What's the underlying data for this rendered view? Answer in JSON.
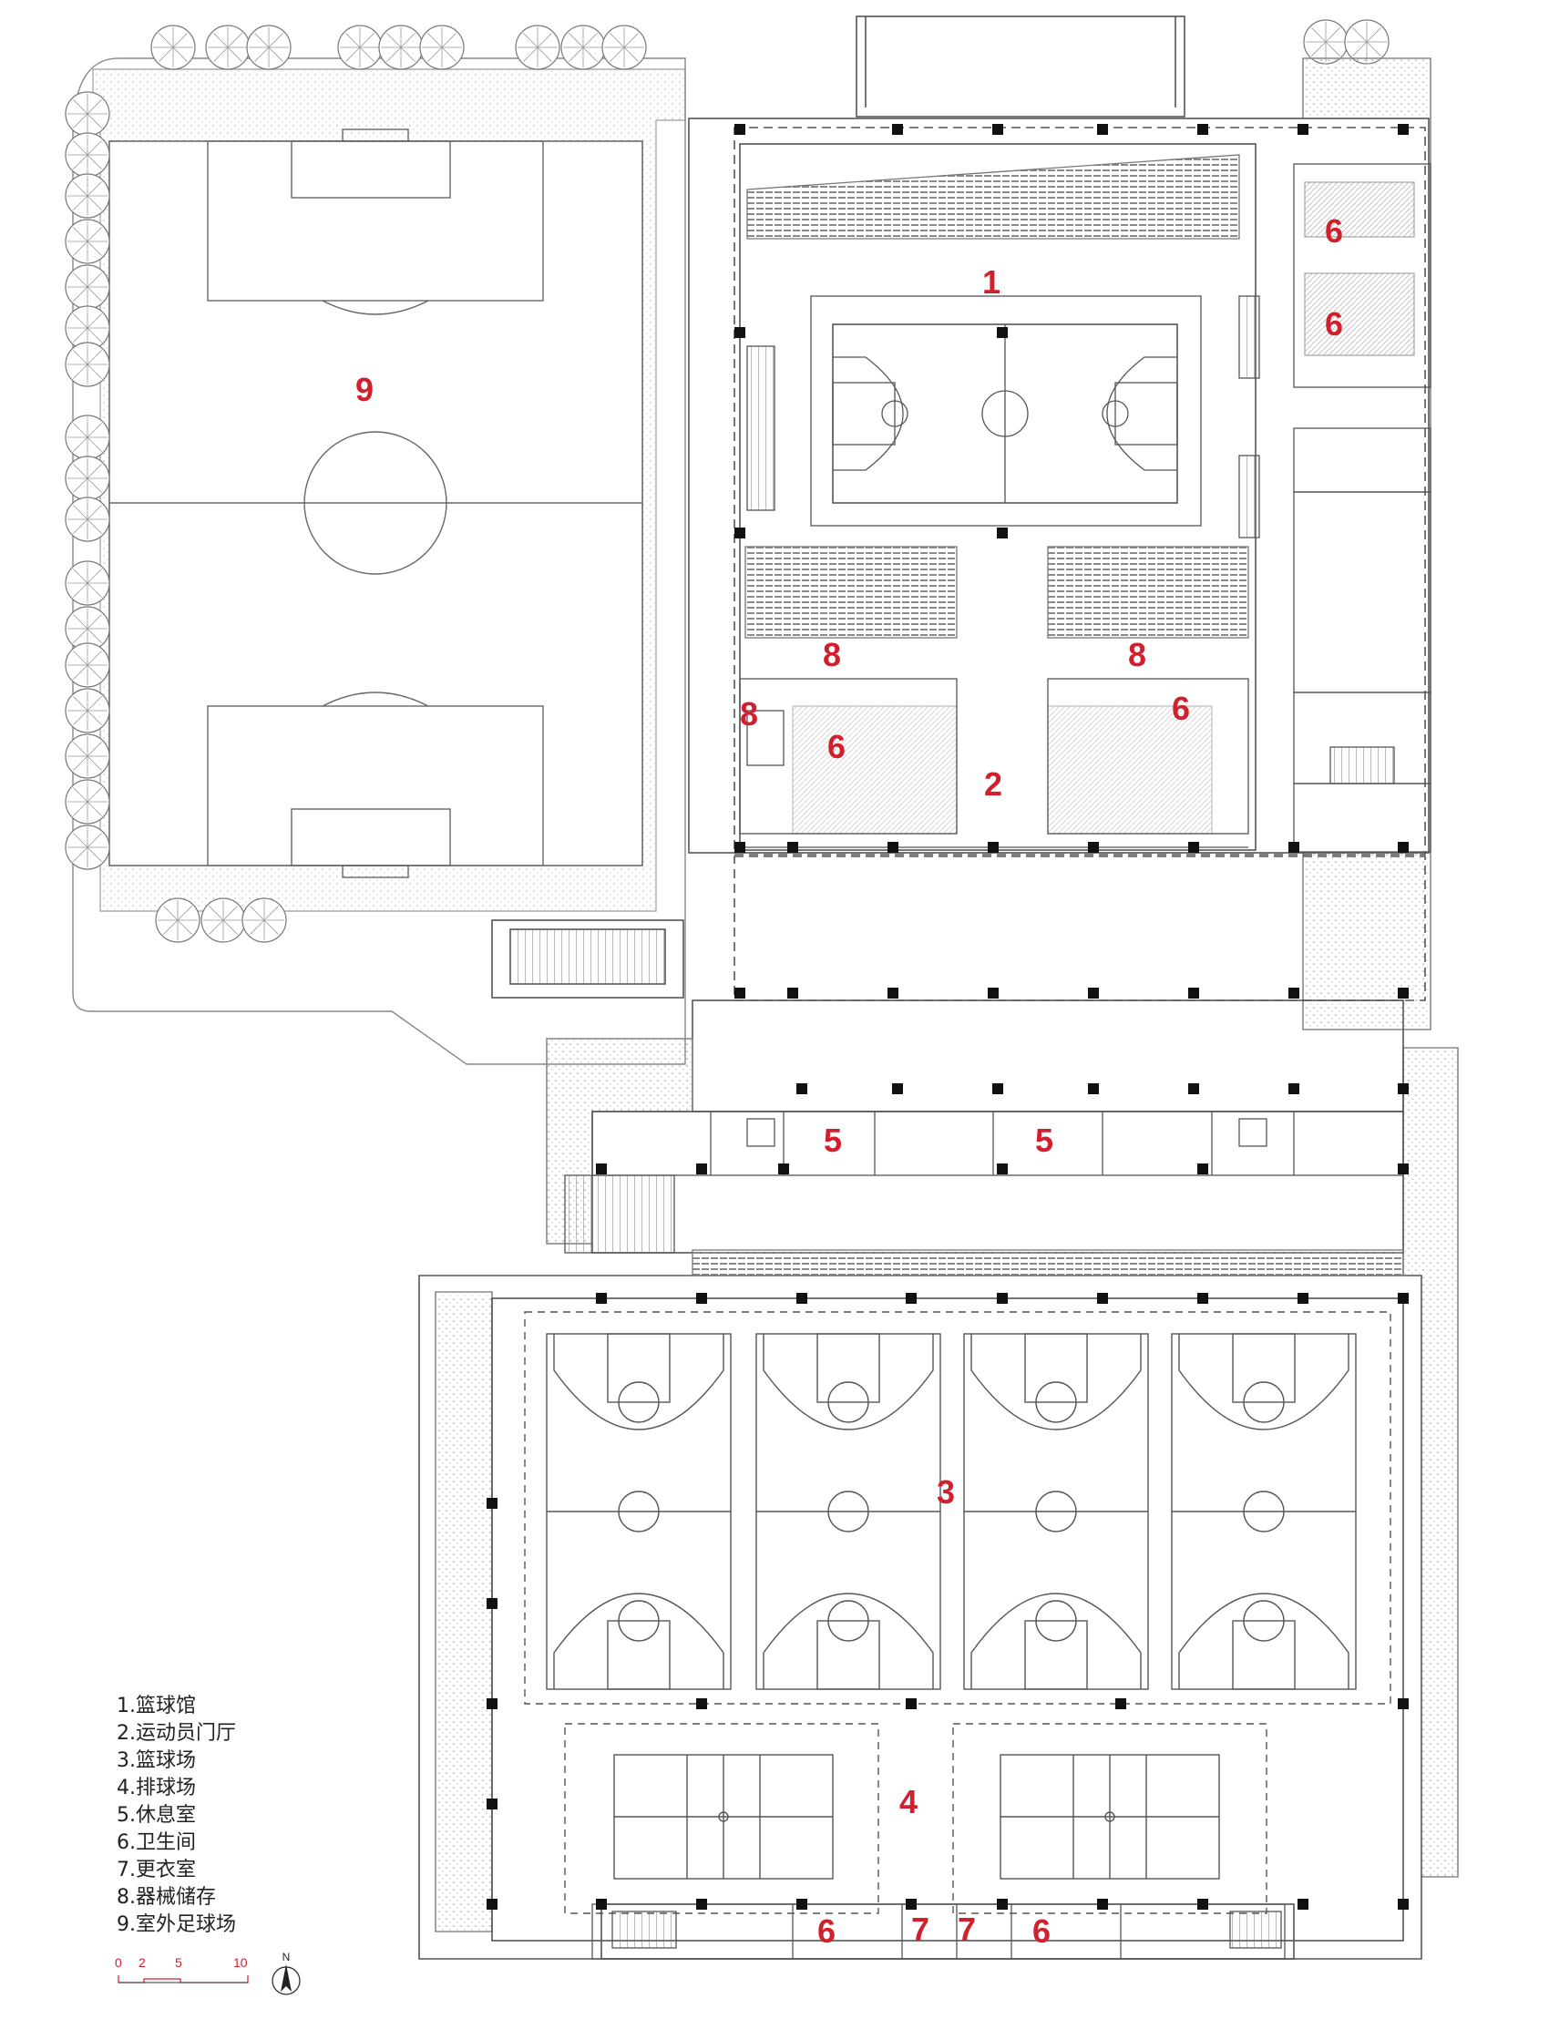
{
  "colors": {
    "label": "#d0202e",
    "line": "#555555",
    "hatch": "#9a9a9a",
    "column": "#111111"
  },
  "labels": {
    "l1": "1",
    "l2": "2",
    "l3": "3",
    "l4": "4",
    "l5a": "5",
    "l5b": "5",
    "l6a": "6",
    "l6b": "6",
    "l6c": "6",
    "l6d": "6",
    "l6e": "6",
    "l6f": "6",
    "l7a": "7",
    "l7b": "7",
    "l8a": "8",
    "l8b": "8",
    "l8c": "8",
    "l9": "9"
  },
  "legend": [
    "1.篮球馆",
    "2.运动员门厅",
    "3.篮球场",
    "4.排球场",
    "5.休息室",
    "6.卫生间",
    "7.更衣室",
    "8.器械储存",
    "9.室外足球场"
  ],
  "scale_bar": {
    "ticks": [
      "0",
      "2",
      "5",
      "10"
    ]
  },
  "north_arrow": {
    "letter": "N",
    "icon": "north-arrow-icon"
  }
}
